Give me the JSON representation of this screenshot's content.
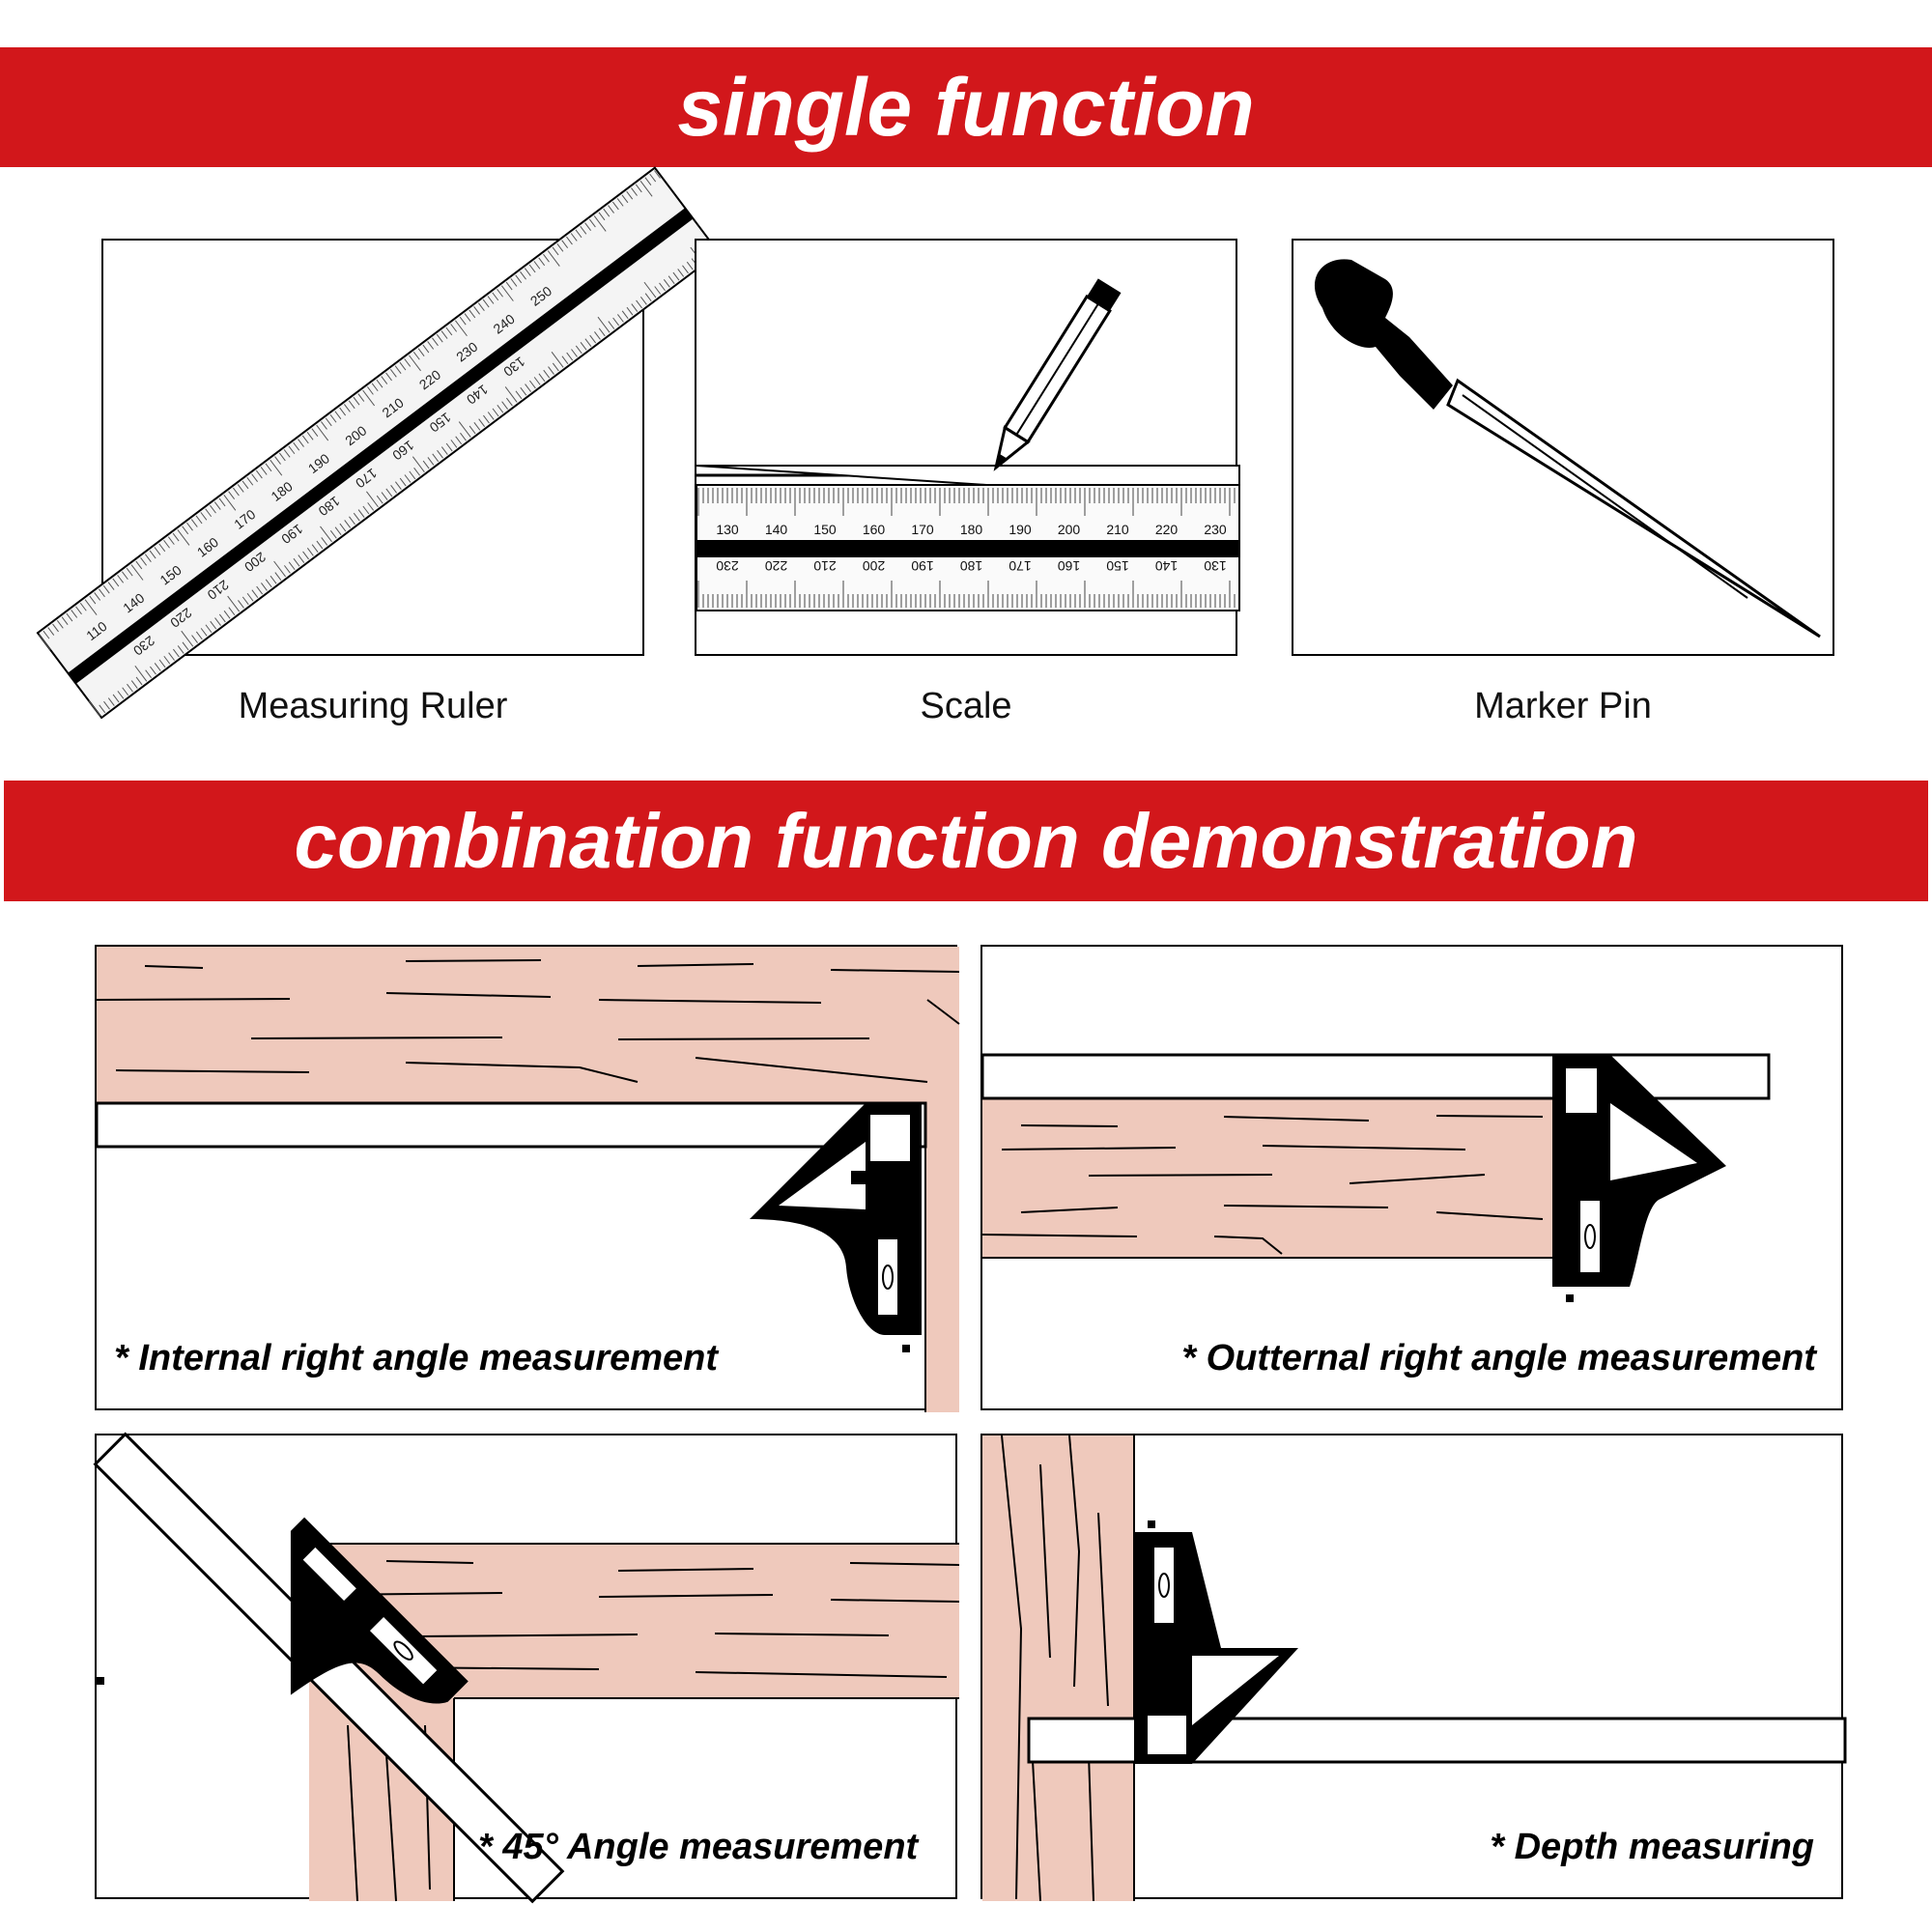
{
  "headers": {
    "single": "single function",
    "combination": "combination function demonstration"
  },
  "single_items": [
    {
      "label": "Measuring Ruler",
      "icon": "ruler-icon"
    },
    {
      "label": "Scale",
      "icon": "pencil-icon"
    },
    {
      "label": "Marker Pin",
      "icon": "scriber-pin-icon"
    }
  ],
  "ruler_scale": {
    "top": [
      "130",
      "140",
      "150",
      "160",
      "170",
      "180",
      "190",
      "200",
      "210",
      "220",
      "230"
    ],
    "bottom": [
      "230",
      "220",
      "210",
      "200",
      "190",
      "180",
      "170",
      "160",
      "150",
      "140",
      "130"
    ]
  },
  "ruler_diagonal": {
    "top": [
      "110",
      "140",
      "150",
      "160",
      "170",
      "180",
      "190",
      "200",
      "210",
      "220",
      "230",
      "240",
      "250"
    ],
    "bottom": [
      "230",
      "220",
      "210",
      "200",
      "190",
      "180",
      "170",
      "160",
      "150",
      "140",
      "130"
    ]
  },
  "combo_items": [
    {
      "caption": "* Internal right angle measurement"
    },
    {
      "caption": "* Outternal right angle measurement"
    },
    {
      "caption": "* 45° Angle measurement"
    },
    {
      "caption": "* Depth measuring"
    }
  ],
  "colors": {
    "brand_red": "#d2171b",
    "wood": "#efc9bc",
    "ink": "#000000"
  }
}
